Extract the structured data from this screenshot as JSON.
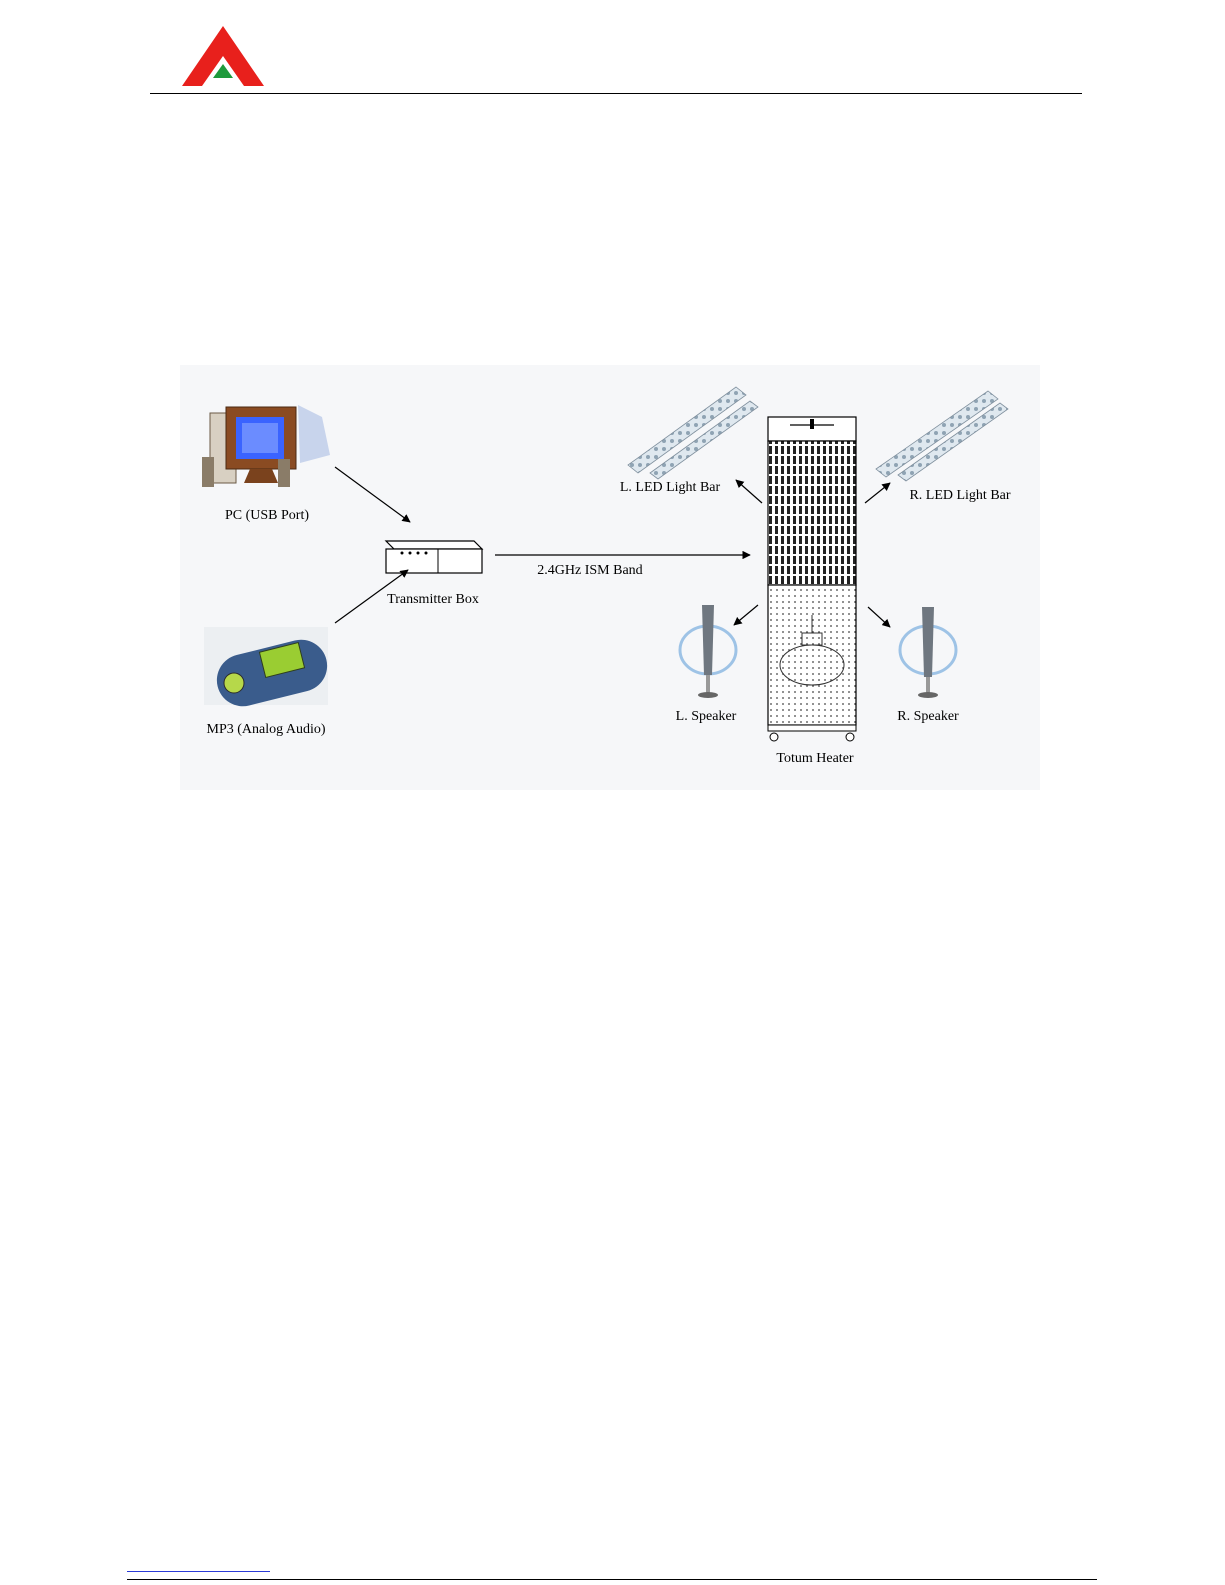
{
  "diagram": {
    "labels": {
      "pc": "PC (USB Port)",
      "mp3": "MP3 (Analog Audio)",
      "transmitter": "Transmitter Box",
      "link": "2.4GHz ISM Band",
      "l_led": "L. LED Light Bar",
      "r_led": "R. LED Light Bar",
      "l_speaker": "L. Speaker",
      "r_speaker": "R. Speaker",
      "heater": "Totum Heater"
    }
  },
  "colors": {
    "logo_red": "#e8201c",
    "logo_green": "#1e9a3c",
    "link_blue": "#2b3bd6"
  }
}
